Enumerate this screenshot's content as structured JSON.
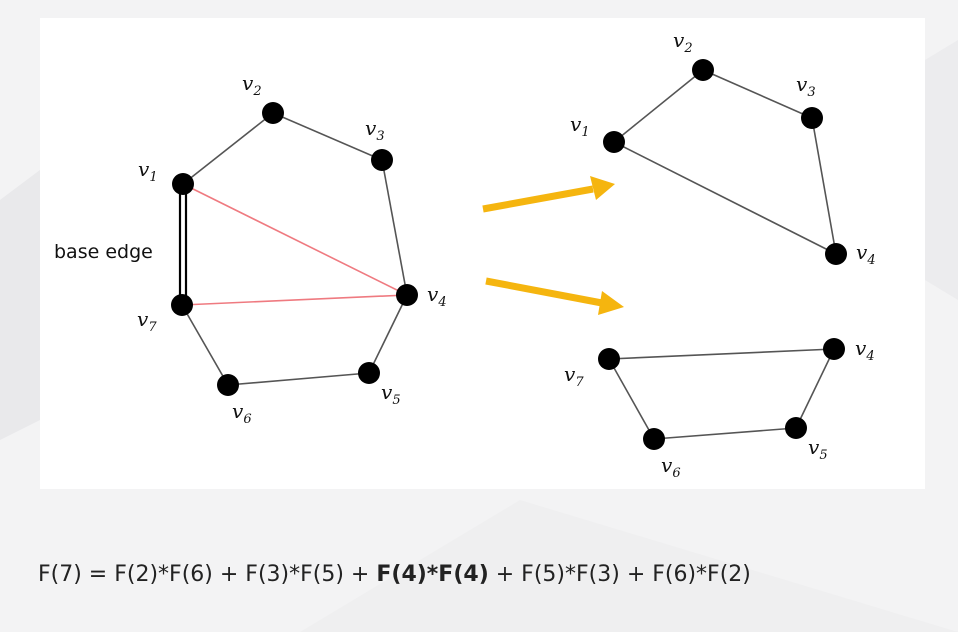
{
  "diagram": {
    "base_edge_label": "base edge",
    "vertex_letter": "v",
    "vertices_left": [
      "1",
      "2",
      "3",
      "4",
      "5",
      "6",
      "7"
    ],
    "vertices_top_right": [
      "1",
      "2",
      "3",
      "4"
    ],
    "vertices_bottom_right": [
      "4",
      "5",
      "6",
      "7"
    ],
    "colors": {
      "edge": "#555555",
      "diagonal": "#ef7a80",
      "arrow": "#f5b50f",
      "node": "#000000",
      "base_edge": "#000000"
    }
  },
  "formula": {
    "part1": "F(7) = F(2)*F(6) + F(3)*F(5) + ",
    "bold": "F(4)*F(4)",
    "part2": " + F(5)*F(3) + F(6)*F(2)"
  }
}
